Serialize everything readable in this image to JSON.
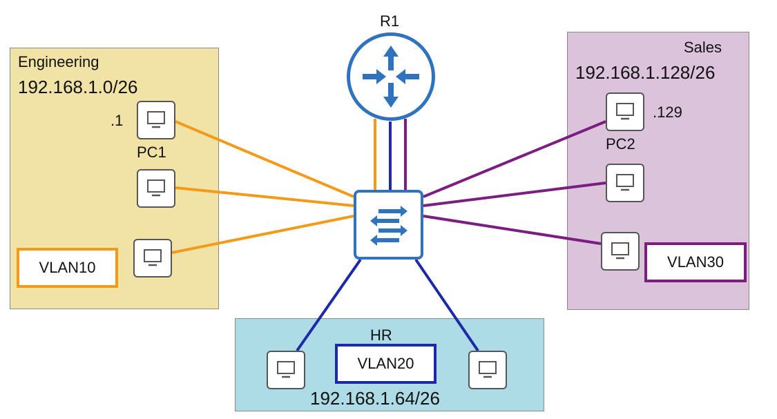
{
  "router": {
    "label": "R1"
  },
  "switch": {
    "icon": "switch-arrows-icon"
  },
  "regions": {
    "engineering": {
      "name": "Engineering",
      "subnet": "192.168.1.0/26",
      "vlan": "VLAN10",
      "pc_label": "PC1",
      "pc_host": ".1",
      "color": "#f1e3a6",
      "link_color": "#f39a1a"
    },
    "hr": {
      "name": "HR",
      "subnet": "192.168.1.64/26",
      "vlan": "VLAN20",
      "color": "#aedce6",
      "link_color": "#1c2aa8"
    },
    "sales": {
      "name": "Sales",
      "subnet": "192.168.1.128/26",
      "vlan": "VLAN30",
      "pc_label": "PC2",
      "pc_host": ".129",
      "color": "#dcc3dc",
      "link_color": "#7d1d80"
    }
  },
  "colors": {
    "device_blue": "#2f73bf",
    "pc_border": "#555555"
  }
}
